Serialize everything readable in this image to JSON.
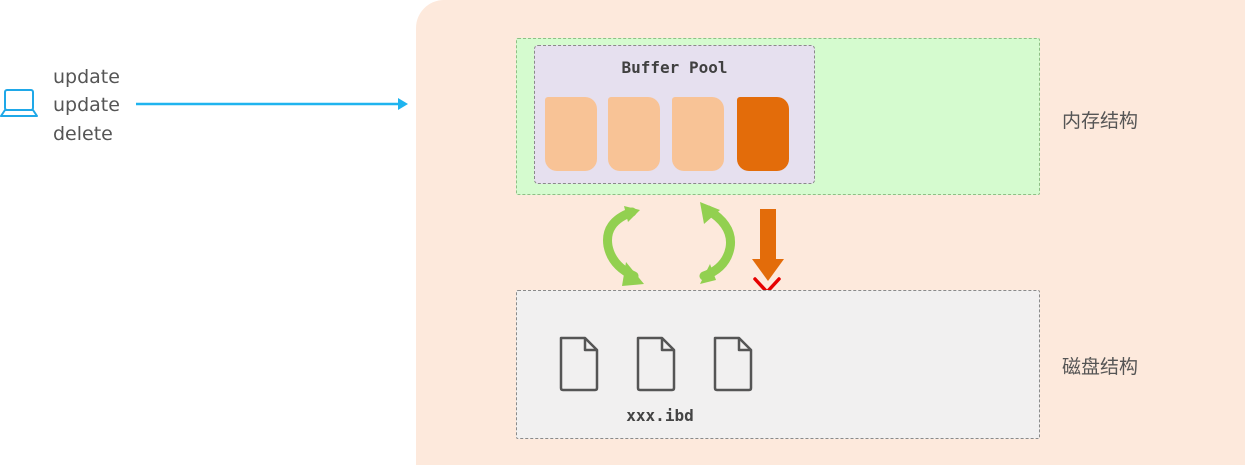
{
  "client": {
    "icon": "laptop-icon",
    "commands": [
      "update",
      "update",
      "delete"
    ]
  },
  "memory": {
    "label": "内存结构",
    "buffer_pool": {
      "title": "Buffer Pool",
      "pages": [
        {
          "state": "clean"
        },
        {
          "state": "clean"
        },
        {
          "state": "clean"
        },
        {
          "state": "dirty"
        }
      ]
    }
  },
  "disk": {
    "label": "磁盘结构",
    "file_icons": [
      "file-icon",
      "file-icon",
      "file-icon"
    ],
    "file_label": "xxx.ibd"
  },
  "colors": {
    "panel": "#fde9dc",
    "memory_bg": "#d5fbcf",
    "buffer_pool_bg": "#e6e0ef",
    "page_clean": "#f8c396",
    "page_dirty": "#e36c0a",
    "sync_arrows": "#92d050",
    "flush_arrow": "#e36c0a",
    "blocked_mark": "#e60000",
    "request_arrow": "#1fb4ef"
  }
}
